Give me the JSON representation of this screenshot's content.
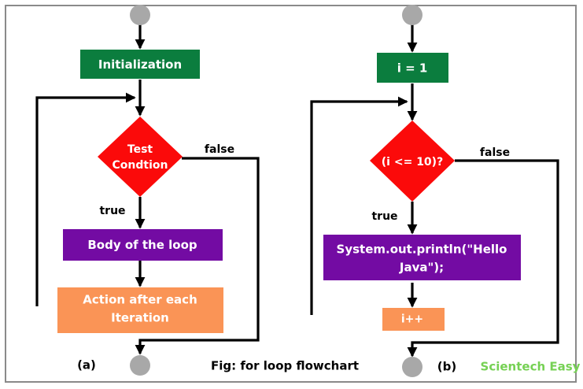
{
  "figure": {
    "caption": "Fig: for loop flowchart",
    "brand": "Scientech Easy",
    "brand_color": "#76D154",
    "frame_border_color": "#8a8a8a",
    "background": "#ffffff"
  },
  "palette": {
    "start_end_circle": "#A8A8A8",
    "process_green": "#0B7D3E",
    "decision_red": "#FB0A0A",
    "body_purple": "#730BA3",
    "action_orange": "#FA9456",
    "connector_black": "#000000",
    "node_text": "#ffffff"
  },
  "panels": [
    {
      "id": "a",
      "label": "(a)",
      "nodes": {
        "start": {
          "name": "start-terminator",
          "shape": "circle"
        },
        "init": {
          "name": "initialization-box",
          "shape": "rect",
          "label": "Initialization",
          "color": "#0B7D3E"
        },
        "decision": {
          "name": "test-condition-diamond",
          "shape": "diamond",
          "label_lines": [
            "Test",
            "Condtion"
          ],
          "color": "#FB0A0A"
        },
        "body": {
          "name": "loop-body-box",
          "shape": "rect",
          "label_lines": [
            "Body of the loop"
          ],
          "color": "#730BA3"
        },
        "action": {
          "name": "iteration-action-box",
          "shape": "rect",
          "label_lines": [
            "Action after each",
            "Iteration"
          ],
          "color": "#FA9456"
        },
        "end": {
          "name": "end-terminator",
          "shape": "circle"
        }
      },
      "edge_labels": {
        "true": "true",
        "false": "false"
      }
    },
    {
      "id": "b",
      "label": "(b)",
      "nodes": {
        "start": {
          "name": "start-terminator",
          "shape": "circle"
        },
        "init": {
          "name": "initialization-box",
          "shape": "rect",
          "label": "i = 1",
          "color": "#0B7D3E"
        },
        "decision": {
          "name": "test-condition-diamond",
          "shape": "diamond",
          "label_lines": [
            "(i <= 10)?"
          ],
          "color": "#FB0A0A"
        },
        "body": {
          "name": "loop-body-box",
          "shape": "rect",
          "label_lines": [
            "System.out.println(\"Hello",
            "Java\");"
          ],
          "color": "#730BA3"
        },
        "action": {
          "name": "iteration-action-box",
          "shape": "rect",
          "label_lines": [
            "i++"
          ],
          "color": "#FA9456"
        },
        "end": {
          "name": "end-terminator",
          "shape": "circle"
        }
      },
      "edge_labels": {
        "true": "true",
        "false": "false"
      }
    }
  ]
}
